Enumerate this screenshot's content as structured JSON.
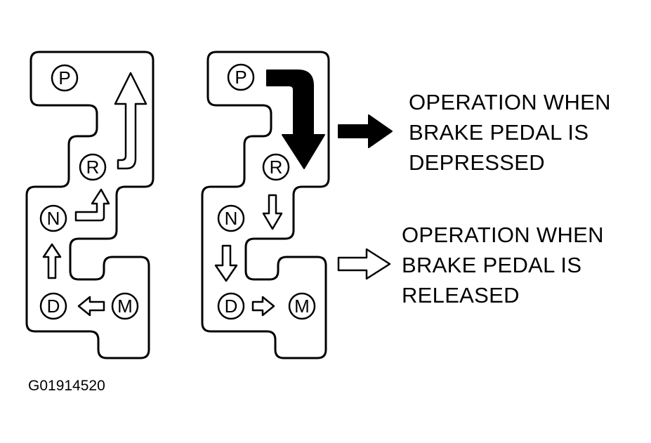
{
  "colors": {
    "ink": "#000000",
    "paper": "#ffffff"
  },
  "left_gate": {
    "positions": {
      "p": "P",
      "r": "R",
      "n": "N",
      "d": "D",
      "m": "M"
    }
  },
  "right_gate": {
    "positions": {
      "p": "P",
      "r": "R",
      "n": "N",
      "d": "D",
      "m": "M"
    }
  },
  "legend": {
    "depressed": {
      "icon": "solid-arrow-right-icon",
      "lines": [
        "OPERATION WHEN",
        "BRAKE PEDAL IS",
        "DEPRESSED"
      ]
    },
    "released": {
      "icon": "outline-arrow-right-icon",
      "lines": [
        "OPERATION WHEN",
        "BRAKE PEDAL IS",
        "RELEASED"
      ]
    }
  },
  "figure_code": "G01914520"
}
